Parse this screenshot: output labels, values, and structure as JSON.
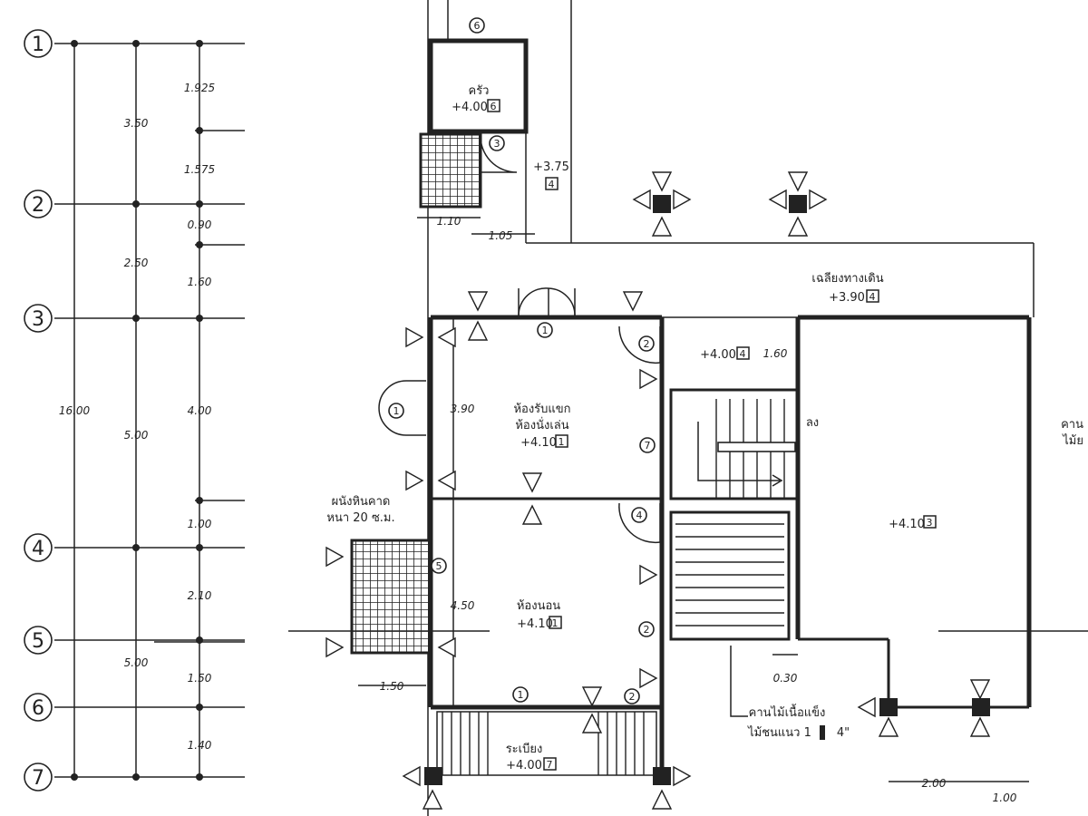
{
  "grid_axes": [
    "1",
    "2",
    "3",
    "4",
    "5",
    "6",
    "7"
  ],
  "dims_left_total": "16.00",
  "dims_mid": [
    "3.50",
    "2.50",
    "5.00",
    "5.00"
  ],
  "dims_right": [
    "1.925",
    "1.575",
    "0.90",
    "1.60",
    "4.00",
    "1.00",
    "2.10",
    "1.50",
    "1.40"
  ],
  "rooms": {
    "kitchen": {
      "name": "ครัว",
      "level": "+4.00",
      "tag": "6"
    },
    "level_375": {
      "level": "+3.75",
      "tag": "4"
    },
    "corridor": {
      "name": "เฉลียงทางเดิน",
      "level": "+3.90",
      "tag": "4"
    },
    "landing": {
      "level": "+4.00",
      "tag": "4"
    },
    "living": {
      "name1": "ห้องรับแขก",
      "name2": "ห้องนั่งเล่น",
      "level": "+4.10",
      "tag": "1"
    },
    "bedroom": {
      "name": "ห้องนอน",
      "level": "+4.10",
      "tag": "1"
    },
    "hall": {
      "level": "+4.10",
      "tag": "3"
    },
    "porch": {
      "name": "ระเบียง",
      "level": "+4.00",
      "tag": "7"
    }
  },
  "dims_plan": {
    "d110": "1.10",
    "d105": "1.05",
    "d160": "1.60",
    "d390": "3.90",
    "d450": "4.50",
    "d150": "1.50",
    "d030": "0.30",
    "d200": "2.00",
    "d100": "1.00"
  },
  "stair_label": "ลง",
  "notes": {
    "tile_1": "ผนังหินคาด",
    "tile_2": "หนา 20 ซ.ม.",
    "beam_1": "คานไม้เนื้อแข็ง",
    "beam_2": "ไม้ชนแนว 1",
    "beam_size": "4\"",
    "right_cut_1": "คาน",
    "right_cut_2": "ไม้ย"
  },
  "door_tags": [
    "1",
    "2",
    "3",
    "4",
    "5",
    "6",
    "7"
  ],
  "colors": {
    "line": "#222222",
    "background": "#ffffff"
  }
}
